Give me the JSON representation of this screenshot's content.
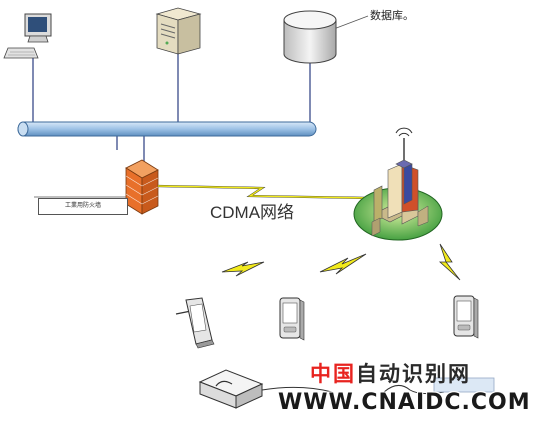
{
  "labels": {
    "database": "数据库。",
    "firewall": "工業用防火墙",
    "network": "CDMA网络"
  },
  "watermark": {
    "chars": [
      "中",
      "国",
      "自",
      "动",
      "识",
      "别",
      "网"
    ],
    "char_colors": [
      "#e8231f",
      "#e8231f",
      "#2a2a2a",
      "#2a2a2a",
      "#2a2a2a",
      "#2a2a2a",
      "#2a2a2a"
    ],
    "url": "WWW.CNAIDC.COM"
  },
  "nodes": [
    {
      "id": "pc",
      "icon": "desktop-computer-icon"
    },
    {
      "id": "server",
      "icon": "server-tower-icon"
    },
    {
      "id": "database",
      "icon": "database-cylinder-icon"
    },
    {
      "id": "bus",
      "icon": "network-bus-pipe"
    },
    {
      "id": "firewall",
      "icon": "firewall-brick-icon"
    },
    {
      "id": "base-station",
      "icon": "cell-tower-city-icon"
    },
    {
      "id": "pda-1",
      "icon": "pda-stylus-icon"
    },
    {
      "id": "pda-2",
      "icon": "pda-icon"
    },
    {
      "id": "pda-3",
      "icon": "pda-icon"
    },
    {
      "id": "scanner",
      "icon": "card-reader-icon"
    }
  ],
  "colors": {
    "bus": "#9ec2e6",
    "bus_edge": "#3d6a9a",
    "firewall": "#e8702a",
    "lightning": "#f2ea1c",
    "island": "#3a9a3a",
    "line": "#3a4a8a"
  }
}
